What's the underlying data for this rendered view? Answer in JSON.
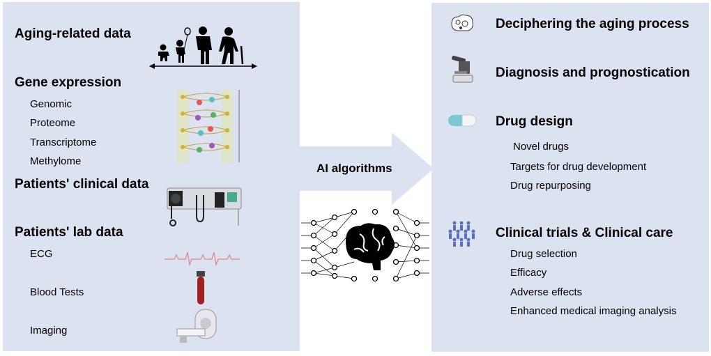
{
  "left": {
    "aging_title": "Aging-related data",
    "gene_title": "Gene expression",
    "gene_items": [
      "Genomic",
      "Proteome",
      "Transcriptome",
      "Methylome"
    ],
    "clinical_title": "Patients' clinical data",
    "lab_title": "Patients' lab data",
    "lab_items": [
      "ECG",
      "Blood Tests",
      "Imaging"
    ]
  },
  "center": {
    "algorithms_label": "AI algorithms"
  },
  "right": {
    "aging_process": "Deciphering the aging process",
    "diagnosis": "Diagnosis and prognostication",
    "drug_design": "Drug design",
    "drug_items": [
      "Novel drugs",
      "Targets for drug development",
      "Drug repurposing"
    ],
    "clinical": "Clinical trials & Clinical care",
    "clinical_items": [
      "Drug selection",
      "Efficacy",
      "Adverse effects",
      "Enhanced medical imaging analysis"
    ]
  },
  "colors": {
    "panel": "#dbe3f1",
    "arrow": "#dbe3f1",
    "capsule_teal": "#7ec8d3",
    "blood_red": "#a32020",
    "people_blue": "#5a6fc0"
  }
}
